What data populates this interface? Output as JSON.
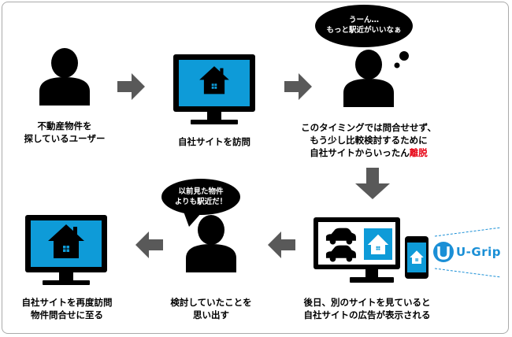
{
  "steps": {
    "visitor": {
      "line1": "不動産物件を",
      "line2": "探しているユーザー"
    },
    "visit_site": {
      "line1": "自社サイトを訪問"
    },
    "leave": {
      "line1": "このタイミングでは問合せせず、",
      "line2": "もう少し比較検討するために",
      "line3a": "自社サイトからいったん",
      "line3b": "離脱"
    },
    "retarget_ad": {
      "line1": "後日、別のサイトを見ていると",
      "line2": "自社サイトの広告が表示される"
    },
    "remember": {
      "line1": "検討していたことを",
      "line2": "思い出す"
    },
    "revisit": {
      "line1": "自社サイトを再度訪問",
      "line2": "物件問合せに至る"
    }
  },
  "bubbles": {
    "thought": {
      "line1": "うーん…",
      "line2": "もっと駅近がいいなぁ"
    },
    "speech": {
      "line1": "以前見た物件",
      "line2": "よりも駅近だ！"
    }
  },
  "logo": {
    "text": "U-Grip"
  },
  "colors": {
    "screen_blue": "#0e9bd8",
    "arrow_gray": "#595959",
    "accent_red": "#e60012",
    "logo_blue": "#1a8fd6"
  }
}
